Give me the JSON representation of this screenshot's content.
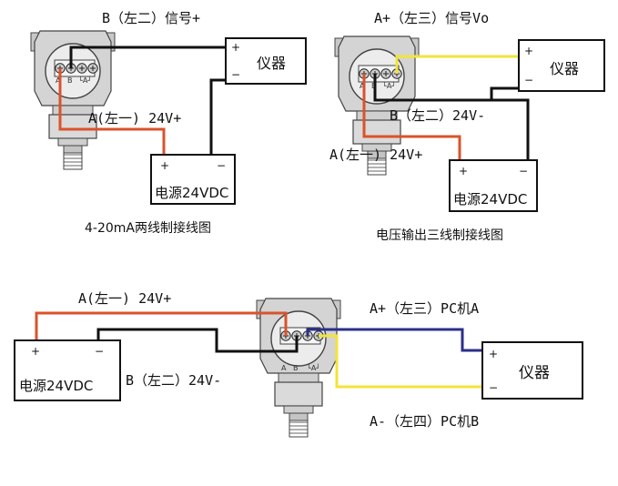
{
  "colors": {
    "wire_red": "#d9532b",
    "wire_black": "#111111",
    "wire_yellow": "#f2e43a",
    "wire_blue": "#2b2f8a",
    "sensor_body": "#bdbdbd"
  },
  "diagram1": {
    "caption": "4-20mA两线制接线图",
    "label_signal": "B（左二）信号+",
    "label_power": "A(左一) 24V+",
    "instrument": {
      "plus": "+",
      "minus": "−",
      "text": "仪器"
    },
    "power": {
      "plus": "+",
      "minus": "−",
      "text": "电源24VDC"
    },
    "terminals": [
      "A",
      "B",
      "└A┘"
    ]
  },
  "diagram2": {
    "caption": "电压输出三线制接线图",
    "label_signal": "A+（左三）信号Vo",
    "label_minus": "B（左二）24V-",
    "label_power": "A(左一) 24V+",
    "instrument": {
      "plus": "+",
      "minus": "−",
      "text": "仪器"
    },
    "power": {
      "plus": "+",
      "minus": "−",
      "text": "电源24VDC"
    },
    "terminals": [
      "A",
      "B",
      "└A┘"
    ]
  },
  "diagram3": {
    "label_power": "A(左一) 24V+",
    "label_minus": "B（左二）24V-",
    "label_pca": "A+（左三）PC机A",
    "label_pcb": "A-（左四）PC机B",
    "instrument": {
      "plus": "+",
      "minus": "−",
      "text": "仪器"
    },
    "power": {
      "plus": "+",
      "minus": "−",
      "text": "电源24VDC"
    },
    "terminals": [
      "A",
      "B",
      "└A┘"
    ]
  }
}
